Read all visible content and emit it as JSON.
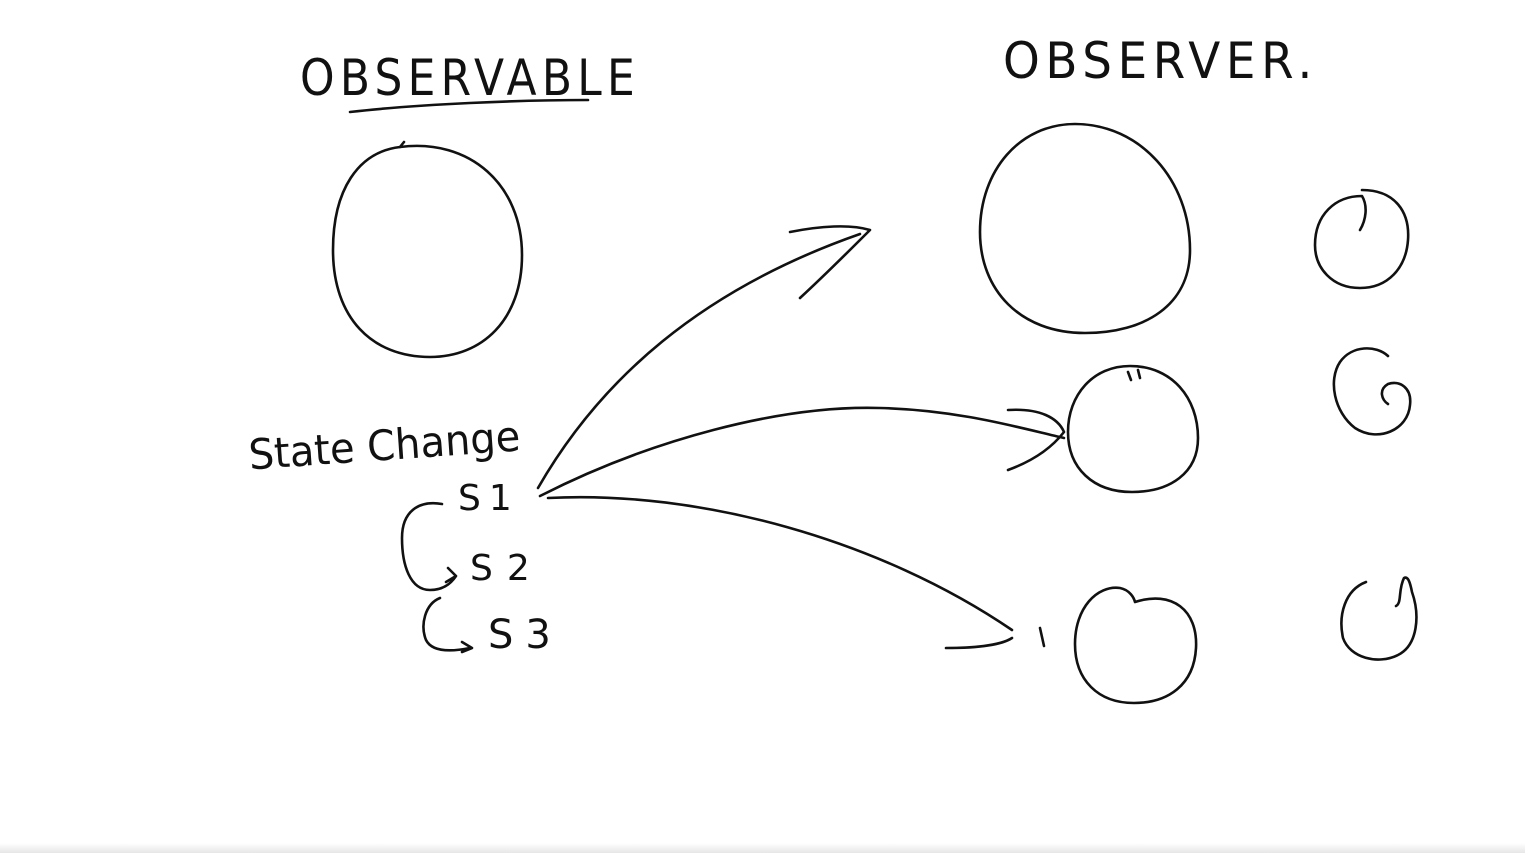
{
  "headings": {
    "observable": "OBSERVABLE",
    "observer": "OBSERVER."
  },
  "labels": {
    "state_change": "State Change",
    "states": [
      "S1",
      "S2",
      "S3"
    ]
  },
  "colors": {
    "ink": "#111111",
    "background": "#ffffff"
  }
}
